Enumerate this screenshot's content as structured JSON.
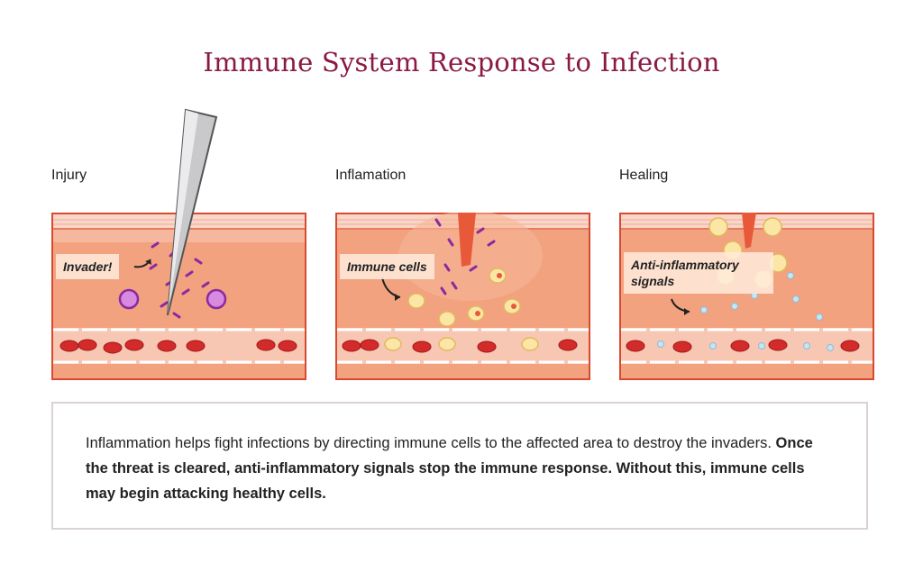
{
  "title": "Immune System Response to Infection",
  "stages": [
    {
      "label": "Injury",
      "callout": "Invader!"
    },
    {
      "label": "Inflamation",
      "callout": "Immune cells"
    },
    {
      "label": "Healing",
      "callout": "Anti-inflammatory signals"
    }
  ],
  "caption": {
    "plain": "Inflammation helps fight infections by directing immune cells to the affected area to destroy the invaders. ",
    "bold": "Once the threat is cleared, anti-inflammatory signals stop the immune response. Without this, immune cells may begin attacking healthy cells."
  },
  "colors": {
    "title": "#8a1a45",
    "skin_surface": "#f8d6c9",
    "dermis": "#f2a27f",
    "border": "#d84a30",
    "blood_cell": "#d32a2a",
    "invader": "#8a2aa0",
    "immune_cell": "#fbe6a6",
    "signal": "#c9e4f2"
  }
}
